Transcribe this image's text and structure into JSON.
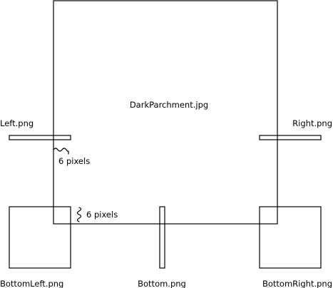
{
  "labels": {
    "background_image": "DarkParchment.jpg",
    "left": "Left.png",
    "right": "Right.png",
    "bottom_left": "BottomLeft.png",
    "bottom": "Bottom.png",
    "bottom_right": "BottomRight.png"
  },
  "measurements": {
    "side_offset": "6 pixels",
    "bottom_offset": "6 pixels"
  }
}
